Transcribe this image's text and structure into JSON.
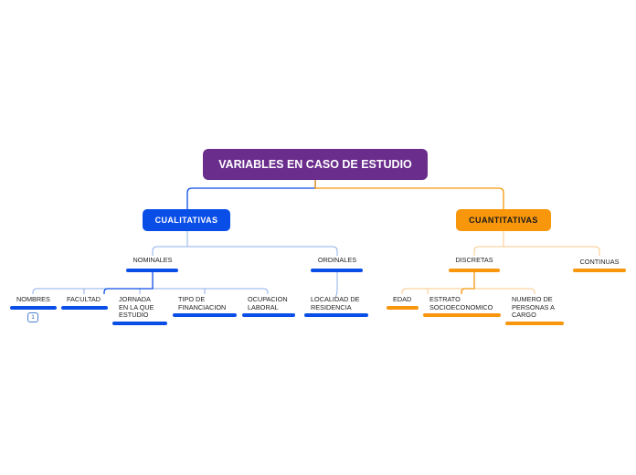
{
  "root": {
    "title": "VARIABLES EN CASO DE ESTUDIO"
  },
  "cualitativas": {
    "label": "CUALITATIVAS",
    "nominales": {
      "label": "NOMINALES",
      "children": [
        "NOMBRES",
        "FACULTAD",
        "JORNADA\nEN LA QUE\nESTUDIO",
        "TIPO DE\nFINANCIACION",
        "OCUPACION\nLABORAL"
      ],
      "nombres_badge": "1"
    },
    "ordinales": {
      "label": "ORDINALES",
      "children": [
        "LOCALIDAD DE\nRESIDENCIA"
      ]
    }
  },
  "cuantitativas": {
    "label": "CUANTITATIVAS",
    "discretas": {
      "label": "DISCRETAS",
      "children": [
        "EDAD",
        "ESTRATO\nSOCIOECONOMICO",
        "NUMERO DE\nPERSONAS A\nCARGO"
      ]
    },
    "continuas": {
      "label": "CONTINUAS"
    }
  },
  "colors": {
    "root": "#6a2d8c",
    "blue_branch": "#0a4ee8",
    "orange_branch": "#f8960c",
    "blue_light_line": "#8fb0ea",
    "orange_light_line": "#f9c98a"
  }
}
